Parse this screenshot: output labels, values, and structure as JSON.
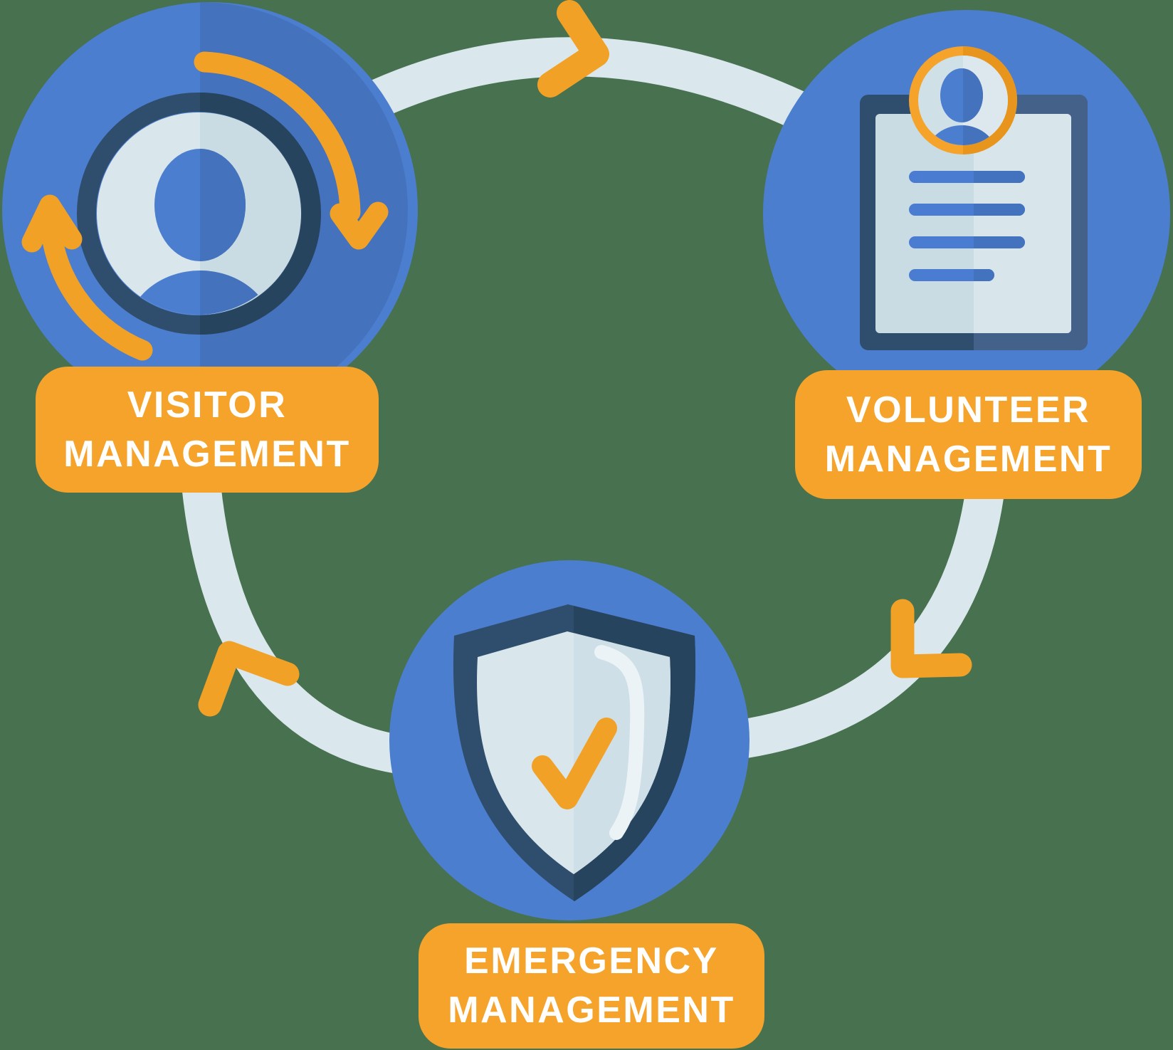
{
  "diagram_title": "Management cycle diagram",
  "background_color": "#48714F",
  "palette": {
    "circle_blue": "#4C7ECF",
    "circle_blue_shade": "#4472BC",
    "navy": "#2F4D6C",
    "navy_light": "#44618A",
    "navy_shade": "#27445F",
    "surface_light": "#D9E6EB",
    "surface_shade": "#C9DCE3",
    "ring_pale_blue": "#DAE8EE",
    "accent_orange": "#F2A127",
    "badge_orange": "#F5A32B",
    "text_white": "#FFFFFF"
  },
  "cycle": {
    "direction": "clockwise",
    "chevron_positions": [
      "top",
      "right",
      "left"
    ]
  },
  "nodes": [
    {
      "id": "visitor-management",
      "icon": "visitor-avatar-refresh-icon",
      "label_line1": "VISITOR",
      "label_line2": "MANAGEMENT"
    },
    {
      "id": "volunteer-management",
      "icon": "volunteer-form-avatar-icon",
      "label_line1": "VOLUNTEER",
      "label_line2": "MANAGEMENT"
    },
    {
      "id": "emergency-management",
      "icon": "shield-check-icon",
      "label_line1": "EMERGENCY",
      "label_line2": "MANAGEMENT"
    }
  ]
}
